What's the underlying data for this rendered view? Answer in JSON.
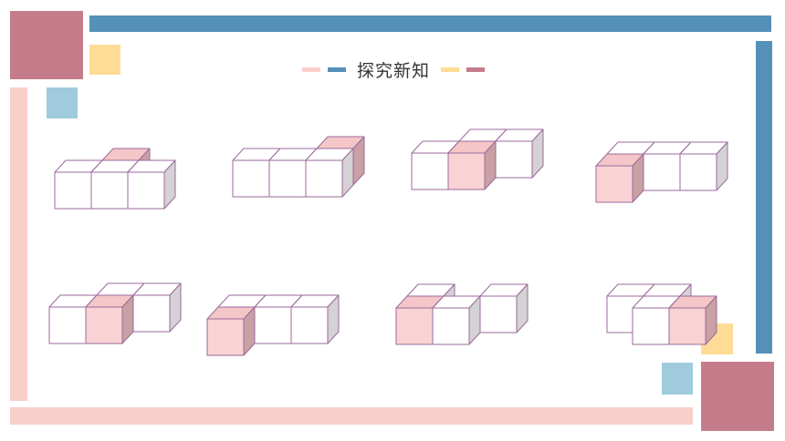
{
  "slide": {
    "title": "探究新知"
  },
  "colors": {
    "rose": "#c47c8b",
    "blue": "#5590b8",
    "yellow": "#fedc95",
    "light_blue": "#9fcbdc",
    "pink": "#f9cfca",
    "cube_edge": "#9b6a9c",
    "cube_top": "#ffffff",
    "cube_side": "#d4d2d4",
    "hl_front": "#f9d3d3",
    "hl_top": "#f4c6c7",
    "hl_side": "#c9a0a3"
  },
  "figures": [
    {
      "cubes": [
        {
          "c": 0,
          "r": 0,
          "d": 0
        },
        {
          "c": 1,
          "r": 0,
          "d": 0
        },
        {
          "c": 2,
          "r": 0,
          "d": 0
        },
        {
          "c": 1,
          "r": 0,
          "d": 1,
          "hl": true
        }
      ]
    },
    {
      "cubes": [
        {
          "c": 0,
          "r": 0,
          "d": 0
        },
        {
          "c": 1,
          "r": 0,
          "d": 0
        },
        {
          "c": 2,
          "r": 0,
          "d": 0
        },
        {
          "c": 2,
          "r": 0,
          "d": 1,
          "hl": true
        }
      ]
    },
    {
      "cubes": [
        {
          "c": 0,
          "r": 0,
          "d": 0
        },
        {
          "c": 1,
          "r": 0,
          "d": 0,
          "hl": true
        },
        {
          "c": 1,
          "r": 0,
          "d": 1
        },
        {
          "c": 2,
          "r": 0,
          "d": 1
        }
      ]
    },
    {
      "cubes": [
        {
          "c": 0,
          "r": 0,
          "d": 1
        },
        {
          "c": 1,
          "r": 0,
          "d": 1
        },
        {
          "c": 2,
          "r": 0,
          "d": 1
        },
        {
          "c": 0,
          "r": 0,
          "d": 0,
          "hl": true
        }
      ]
    },
    {
      "cubes": [
        {
          "c": 0,
          "r": 0,
          "d": 0
        },
        {
          "c": 1,
          "r": 0,
          "d": 1
        },
        {
          "c": 2,
          "r": 0,
          "d": 1
        },
        {
          "c": 1,
          "r": 0,
          "d": 0,
          "hl": true
        }
      ]
    },
    {
      "cubes": [
        {
          "c": 0,
          "r": 0,
          "d": 0,
          "hl": true
        },
        {
          "c": 1,
          "r": 0,
          "d": 1
        },
        {
          "c": 2,
          "r": 0,
          "d": 1
        },
        {
          "c": 0,
          "r": 0,
          "d": 1
        }
      ]
    },
    {
      "cubes": [
        {
          "c": 0,
          "r": 0,
          "d": 1
        },
        {
          "c": 0,
          "r": 0,
          "d": 0,
          "hl": true
        },
        {
          "c": 1,
          "r": 0,
          "d": 0
        },
        {
          "c": 2,
          "r": 0,
          "d": 1
        }
      ]
    },
    {
      "cubes": [
        {
          "c": 0,
          "r": 0,
          "d": 1
        },
        {
          "c": 1,
          "r": 0,
          "d": 1
        },
        {
          "c": 1,
          "r": 0,
          "d": 0
        },
        {
          "c": 2,
          "r": 0,
          "d": 0,
          "hl": true
        }
      ]
    }
  ]
}
